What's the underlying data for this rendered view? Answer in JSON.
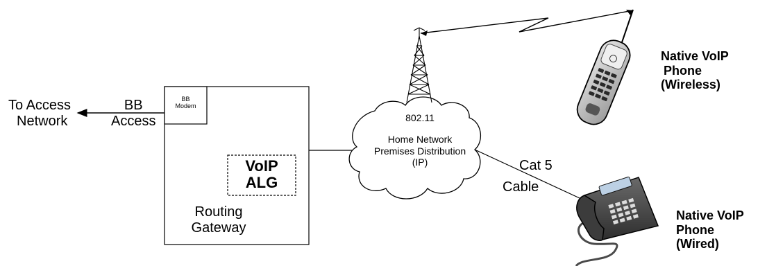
{
  "access": {
    "to_access_line1": "To Access",
    "to_access_line2": "Network",
    "bb_line1": "BB",
    "bb_line2": "Access"
  },
  "gateway": {
    "modem_line1": "BB",
    "modem_line2": "Modem",
    "alg_line1": "VoIP",
    "alg_line2": "ALG",
    "routing_line1": "Routing",
    "routing_line2": "Gateway"
  },
  "cloud": {
    "wifi": "802.11",
    "line1": "Home Network",
    "line2": "Premises Distribution",
    "line3": "(IP)"
  },
  "cable": {
    "line1": "Cat 5",
    "line2": "Cable"
  },
  "wireless_phone": {
    "line1": "Native VoIP",
    "line2": "Phone",
    "line3": "(Wireless)"
  },
  "wired_phone": {
    "line1": "Native VoIP",
    "line2": "Phone",
    "line3": "(Wired)"
  },
  "colors": {
    "line": "#000000",
    "phone_body": "#505050",
    "phone_dark": "#2a2a2a",
    "phone_light": "#d8d8d8"
  }
}
